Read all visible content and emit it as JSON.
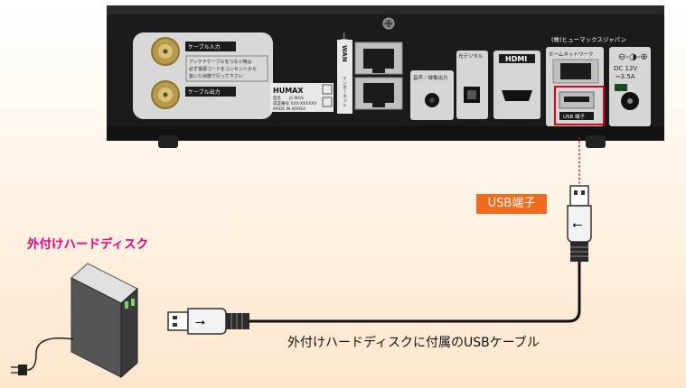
{
  "device": {
    "panel_labels": {
      "cable_in": "ケーブル入力",
      "cable_out": "ケーブル出力",
      "antenna_note": [
        "アンテナケーブルをつなぐ時は",
        "必ず電源コードをコンセントから",
        "抜いた状態で行って下さい"
      ],
      "brand": "HUMAX",
      "model_line": "型名　　JC-NGS",
      "serial_line": "認証番号 XXX-XXXXXX",
      "origin_line": "MADE IN KOREA",
      "wan": "WAN",
      "internet": "インターネット",
      "audio_out": "音声／映像出力",
      "optical_digital": "光デジタル",
      "hdmi": "HDMI",
      "home_network": "ホームネットワーク",
      "usb_port": "USB 端子",
      "maker": "(株)ヒューマックスジャパン",
      "power": [
        "DC 12V",
        "⎓3.5A"
      ]
    }
  },
  "callout": {
    "usb_label": "USB端子"
  },
  "hdd": {
    "title": "外付けハードディスク"
  },
  "cable": {
    "caption": "外付けハードディスクに付属のUSBケーブル"
  },
  "colors": {
    "callout_orange": "#f26a1b",
    "hdd_title_magenta": "#e6007e",
    "highlight_red": "#e1001a",
    "device_black": "#1b1b1b"
  },
  "icons": [
    "usb-trident-icon",
    "screw-icon",
    "power-plug-icon",
    "ethernet-port-icon",
    "f-connector-icon"
  ]
}
